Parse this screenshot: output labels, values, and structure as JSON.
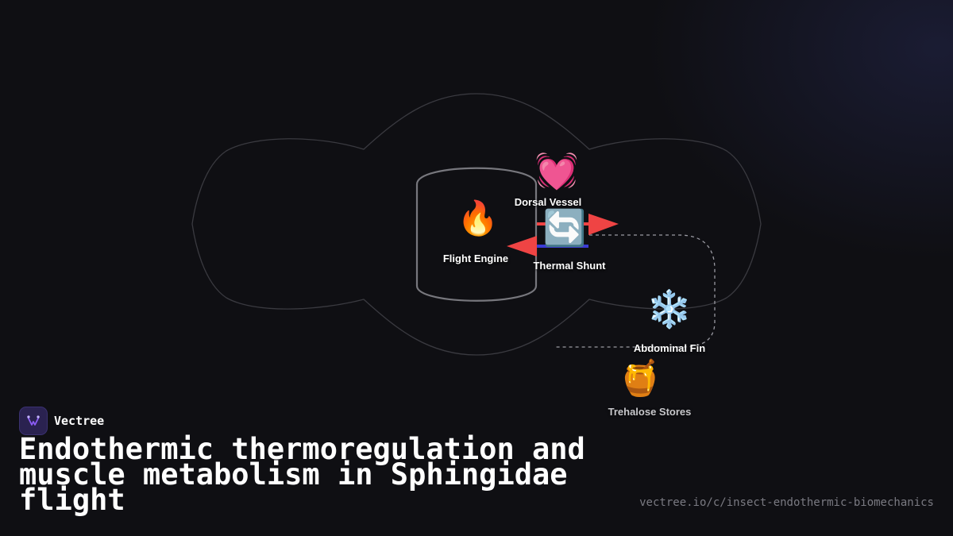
{
  "brand": {
    "name": "Vectree",
    "logo_icon": "vectree-logo-icon",
    "accent": "#8b5cf6"
  },
  "title": "Endothermic thermoregulation and muscle metabolism in Sphingidae flight",
  "url": "vectree.io/c/insect-endothermic-biomechanics",
  "nodes": {
    "flight_engine": {
      "label": "Flight Engine",
      "icon": "fire-icon",
      "glyph": "🔥"
    },
    "dorsal_vessel": {
      "label": "Dorsal Vessel",
      "icon": "beating-heart-icon",
      "glyph": "💓"
    },
    "thermal_shunt": {
      "label": "Thermal Shunt",
      "icon": "counterclockwise-arrows-icon",
      "glyph": "🔄"
    },
    "abdominal_fin": {
      "label": "Abdominal Fin",
      "icon": "snowflake-icon",
      "glyph": "❄️"
    },
    "trehalose_stores": {
      "label": "Trehalose Stores",
      "icon": "honey-pot-icon",
      "glyph": "🍯"
    }
  },
  "colors": {
    "hot_flow": "#ef4444",
    "cold_flow": "#3b3bd6",
    "outline": "#3a3a40",
    "thorax_outline": "#77777d",
    "dashed_path": "#9a9aa2"
  }
}
